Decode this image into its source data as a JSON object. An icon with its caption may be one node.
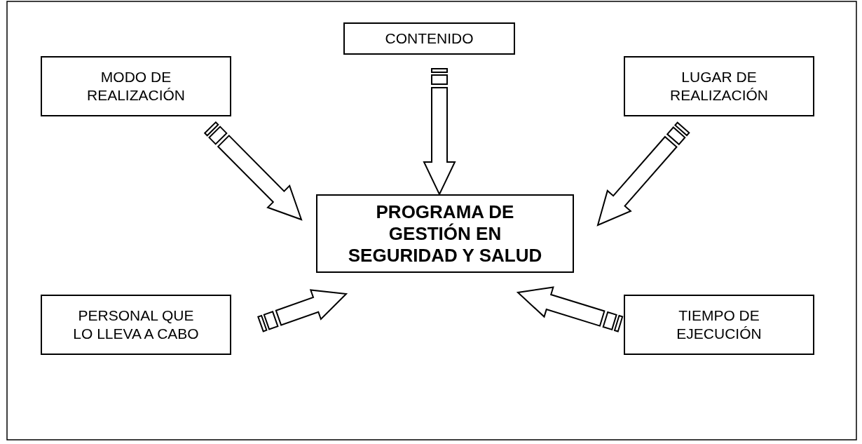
{
  "diagram": {
    "nodes": [
      {
        "text": [
          "CONTENIDO"
        ]
      },
      {
        "text": [
          "MODO DE REALIZACIÓN"
        ]
      },
      {
        "text": [
          "LUGAR DE REALIZACIÓN"
        ]
      },
      {
        "text": [
          "PROGRAMA DE GESTIÓN EN SEGURIDAD Y SALUD"
        ]
      },
      {
        "text": [
          "PERSONAL QUE LO LLEVA A CABO"
        ]
      },
      {
        "text": [
          "TIEMPO DE EJECUCIÓN"
        ]
      }
    ],
    "edges": [
      {
        "from": 0,
        "to": 3,
        "arrow": "to"
      },
      {
        "from": 1,
        "to": 3,
        "arrow": "to"
      },
      {
        "from": 2,
        "to": 3,
        "arrow": "to"
      },
      {
        "from": 4,
        "to": 3,
        "arrow": "to"
      },
      {
        "from": 5,
        "to": 3,
        "arrow": "to"
      }
    ]
  }
}
